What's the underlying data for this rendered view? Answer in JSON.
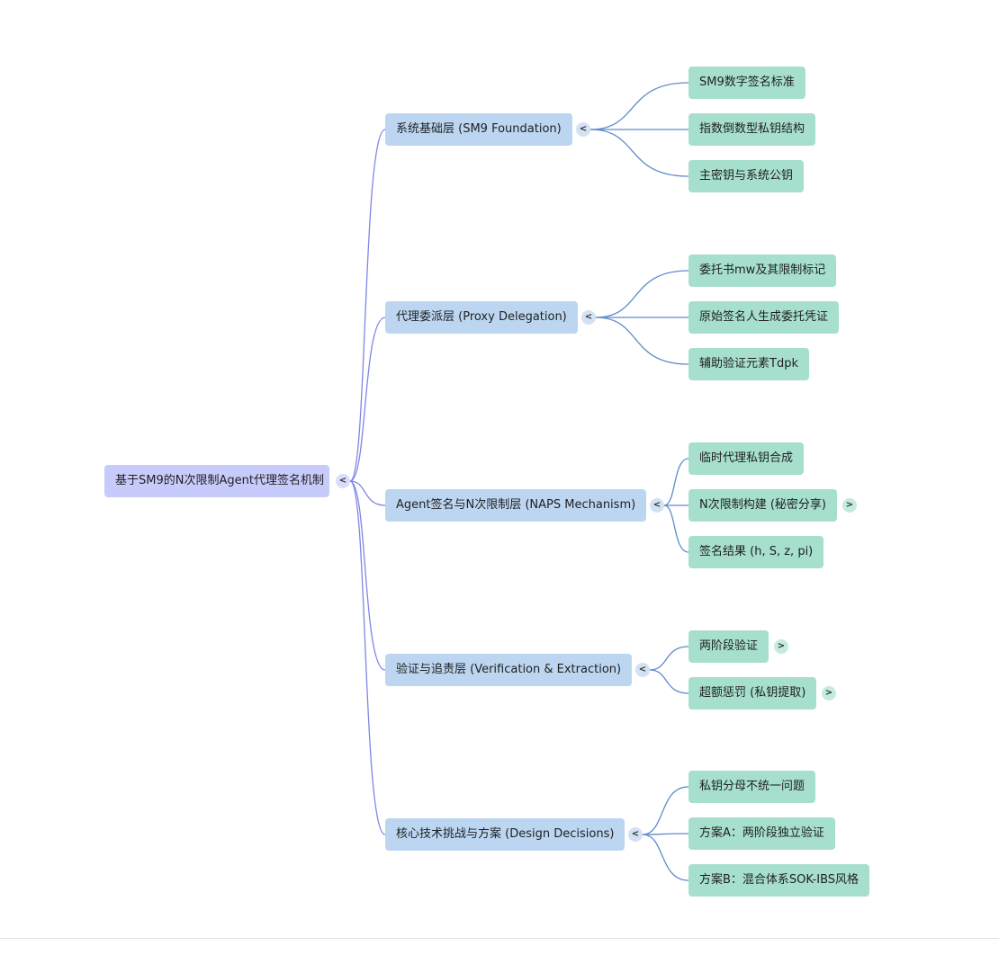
{
  "colors": {
    "root_fill": "#c7cbfb",
    "branch_fill": "#bcd6f2",
    "leaf_fill": "#a6dfcd",
    "root_edge": "#7f86e6",
    "branch_edge": "#5f8ccb"
  },
  "icons": {
    "collapse": "<",
    "expand": ">"
  },
  "root": {
    "label": "基于SM9的N次限制Agent代理签名机制"
  },
  "branches": [
    {
      "label": "系统基础层 (SM9 Foundation)",
      "children": [
        {
          "label": "SM9数字签名标准",
          "collapsed": false
        },
        {
          "label": "指数倒数型私钥结构",
          "collapsed": false
        },
        {
          "label": "主密钥与系统公钥",
          "collapsed": false
        }
      ]
    },
    {
      "label": "代理委派层 (Proxy Delegation)",
      "children": [
        {
          "label": "委托书mw及其限制标记",
          "collapsed": false
        },
        {
          "label": "原始签名人生成委托凭证",
          "collapsed": false
        },
        {
          "label": "辅助验证元素Tdpk",
          "collapsed": false
        }
      ]
    },
    {
      "label": "Agent签名与N次限制层 (NAPS Mechanism)",
      "children": [
        {
          "label": "临时代理私钥合成",
          "collapsed": false
        },
        {
          "label": "N次限制构建 (秘密分享)",
          "collapsed": true
        },
        {
          "label": "签名结果 (h, S, z, pi)",
          "collapsed": false
        }
      ]
    },
    {
      "label": "验证与追责层 (Verification & Extraction)",
      "children": [
        {
          "label": "两阶段验证",
          "collapsed": true
        },
        {
          "label": "超额惩罚 (私钥提取)",
          "collapsed": true
        }
      ]
    },
    {
      "label": "核心技术挑战与方案 (Design Decisions)",
      "children": [
        {
          "label": "私钥分母不统一问题",
          "collapsed": false
        },
        {
          "label": "方案A：两阶段独立验证",
          "collapsed": false
        },
        {
          "label": "方案B：混合体系SOK-IBS风格",
          "collapsed": false
        }
      ]
    }
  ]
}
